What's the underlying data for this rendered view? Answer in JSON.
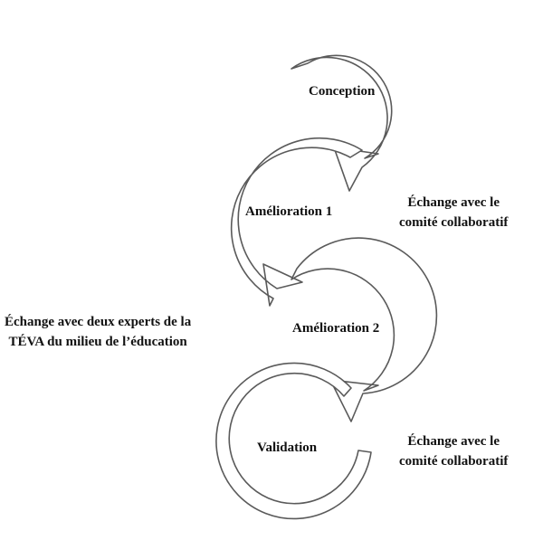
{
  "stages": [
    {
      "label": "Conception"
    },
    {
      "label": "Amélioration 1"
    },
    {
      "label": "Amélioration 2"
    },
    {
      "label": "Validation"
    }
  ],
  "notes": [
    {
      "line1": "Échange avec le",
      "line2": "comité collaboratif"
    },
    {
      "line1": "Échange avec deux experts de la",
      "line2": "TÉVA du milieu de l’éducation"
    },
    {
      "line1": "Échange avec le",
      "line2": "comité collaboratif"
    }
  ],
  "colors": {
    "stroke": "#5a5a5a",
    "fill": "#ffffff",
    "text": "#111111"
  }
}
